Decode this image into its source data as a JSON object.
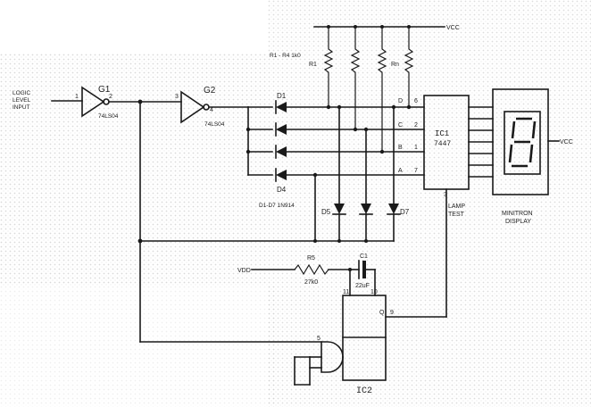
{
  "diagram": {
    "input_label": [
      "LOGIC",
      "LEVEL",
      "INPUT"
    ],
    "gates": {
      "g1": {
        "label": "G1",
        "pin_in": "1",
        "pin_out": "2",
        "part": "74LS04"
      },
      "g2": {
        "label": "G2",
        "pin_in": "3",
        "pin_out": "4",
        "part": "74LS04"
      }
    },
    "supply": {
      "vcc_top": "VCC",
      "vcc_display": "VCC",
      "vdd": "VDD"
    },
    "resistors": {
      "r1": "R1",
      "rn": "Rn",
      "note": "R1 - R4 1k0",
      "r5": {
        "label": "R5",
        "value": "27k0"
      }
    },
    "capacitor": {
      "label": "C1",
      "value": "22uF"
    },
    "diodes": {
      "d1": "D1",
      "d4": "D4",
      "d5": "D5",
      "d7": "D7",
      "note": "D1-D7 1N914"
    },
    "ic1": {
      "label": "IC1",
      "part": "7447",
      "pins": {
        "d": "D",
        "c": "C",
        "b": "B",
        "a": "A",
        "p6": "6",
        "p2": "2",
        "p1": "1",
        "p7": "7",
        "p3": "3"
      },
      "lamp_test": [
        "LAMP",
        "TEST"
      ]
    },
    "display": {
      "label": [
        "MINITRON",
        "DISPLAY"
      ]
    },
    "ic2": {
      "label": "IC2",
      "pins": {
        "p11": "11",
        "p10": "10",
        "p5": "5",
        "q": "Q",
        "p9": "9"
      }
    }
  }
}
